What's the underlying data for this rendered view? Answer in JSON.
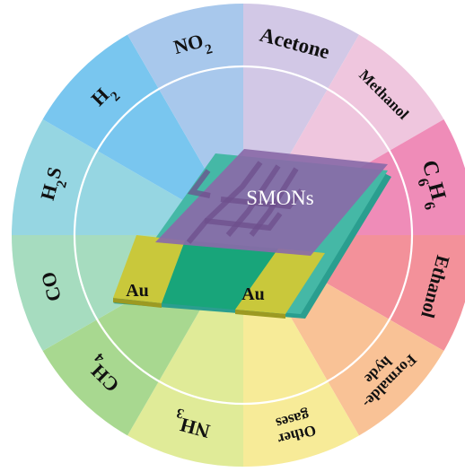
{
  "title": "",
  "center_device": {
    "label": "SMONs",
    "electrode_left": "Au",
    "electrode_right": "Au"
  },
  "segments": [
    {
      "key": "acetone",
      "label": "Acetone",
      "color": "#d2c8e6"
    },
    {
      "key": "methanol",
      "label": "Methanol",
      "color": "#efc6de"
    },
    {
      "key": "c6h6",
      "label": "C6H6",
      "color": "#ef8cb8"
    },
    {
      "key": "ethanol",
      "label": "Ethanol",
      "color": "#f3919a"
    },
    {
      "key": "formaldehyde",
      "label": "Formalde-\nhyde",
      "color": "#f9c296"
    },
    {
      "key": "other-gases",
      "label": "Other\ngases",
      "color": "#f7eb98"
    },
    {
      "key": "nh3",
      "label": "NH3",
      "color": "#e0eb98"
    },
    {
      "key": "ch4",
      "label": "CH4",
      "color": "#a8d890"
    },
    {
      "key": "co",
      "label": "CO",
      "color": "#a6dcbf"
    },
    {
      "key": "h2s",
      "label": "H2S",
      "color": "#96d6e2"
    },
    {
      "key": "h2",
      "label": "H2",
      "color": "#79c6ef"
    },
    {
      "key": "no2",
      "label": "NO2",
      "color": "#a8c8ec"
    }
  ]
}
